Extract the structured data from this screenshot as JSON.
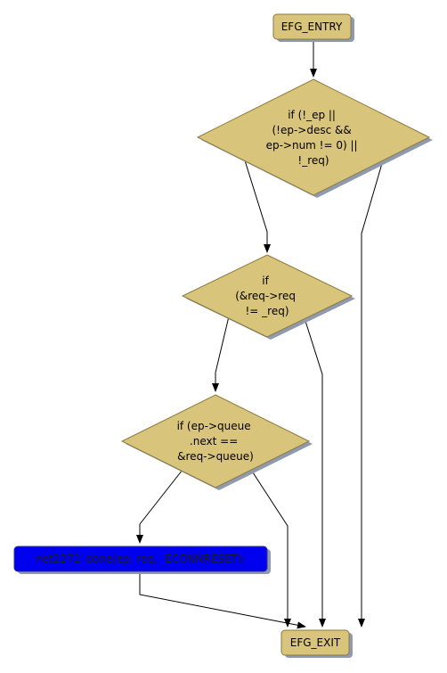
{
  "colors": {
    "node_fill": "#d8c47b",
    "node_stroke": "#8a7a3e",
    "shadow": "#8f9ab0",
    "edge": "#000000",
    "highlight_fill": "#0000ee",
    "highlight_stroke": "#333399"
  },
  "nodes": {
    "entry": {
      "label": "EFG_ENTRY"
    },
    "cond1": {
      "lines": [
        "if (!_ep ||",
        "(!ep->desc &&",
        "ep->num != 0) ||",
        "!_req)"
      ]
    },
    "cond2": {
      "lines": [
        "if",
        "(&req->req",
        "!= _req)"
      ]
    },
    "cond3": {
      "lines": [
        "if (ep->queue",
        ".next ==",
        "&req->queue)"
      ]
    },
    "call": {
      "label": "net2272_done(ep, req, -ECONNRESET);"
    },
    "exit": {
      "label": "EFG_EXIT"
    }
  }
}
